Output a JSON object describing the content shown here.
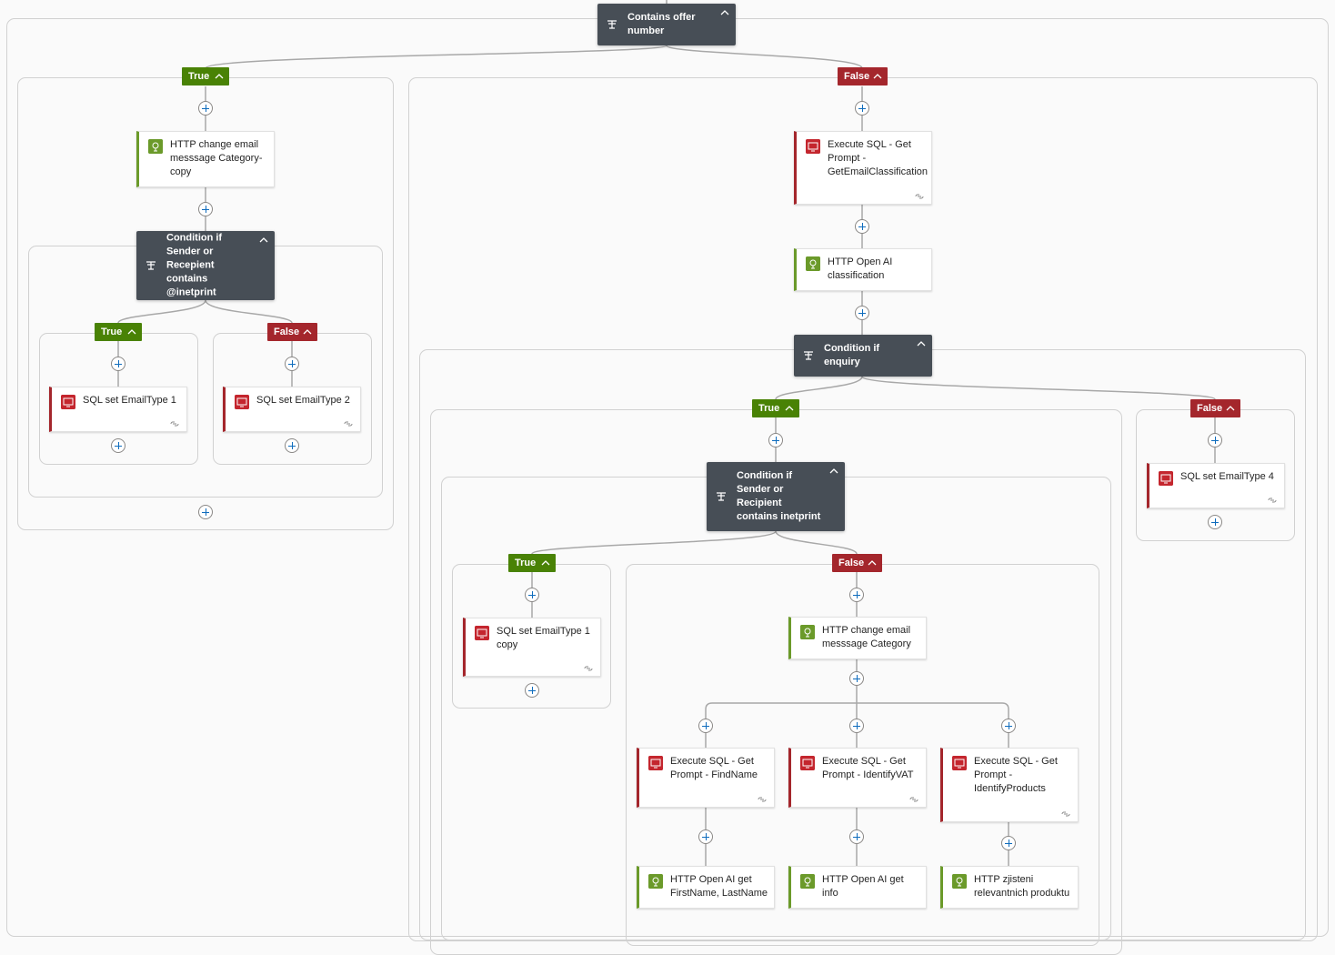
{
  "conditions": {
    "c_offer": "Contains offer number",
    "c_inetprint_at": "Condition if Sender or Recepient contains @inetprint",
    "c_enquiry": "Condition if enquiry",
    "c_inetprint": "Condition if Sender or Recipient contains inetprint"
  },
  "branches": {
    "true_label": "True",
    "false_label": "False"
  },
  "actions": {
    "http_change_copy": "HTTP change email messsage Category-copy",
    "sql_email_type_1": "SQL set EmailType 1",
    "sql_email_type_2": "SQL set EmailType 2",
    "exec_get_classification": "Execute SQL - Get Prompt - GetEmailClassification",
    "http_openai_classification": "HTTP Open AI classification",
    "sql_email_type_4": "SQL set EmailType 4",
    "sql_email_type_1_copy": "SQL set EmailType 1 copy",
    "http_change_category": "HTTP change email messsage Category",
    "exec_find_name": "Execute SQL - Get Prompt - FindName",
    "exec_identify_vat": "Execute SQL - Get Prompt - IdentifyVAT",
    "exec_identify_products": "Execute SQL - Get Prompt - IdentifyProducts",
    "http_openai_firstname": "HTTP Open AI get FirstName, LastName",
    "http_openai_info": "HTTP Open AI get info",
    "http_zjisteni": "HTTP zjisteni relevantnich produktu"
  },
  "icons": {
    "condition": "condition-icon",
    "sql": "sql-server-icon",
    "http": "http-icon",
    "add_step": "plus-icon",
    "collapse": "chevron-up-icon",
    "parameters": "link-icon"
  },
  "colors": {
    "true_branch": "#498205",
    "false_branch": "#a4262c",
    "condition_bg": "#474e56",
    "sql_accent": "#a4262c",
    "http_accent": "#6b9a2a",
    "add_step": "#0f6cbd"
  }
}
